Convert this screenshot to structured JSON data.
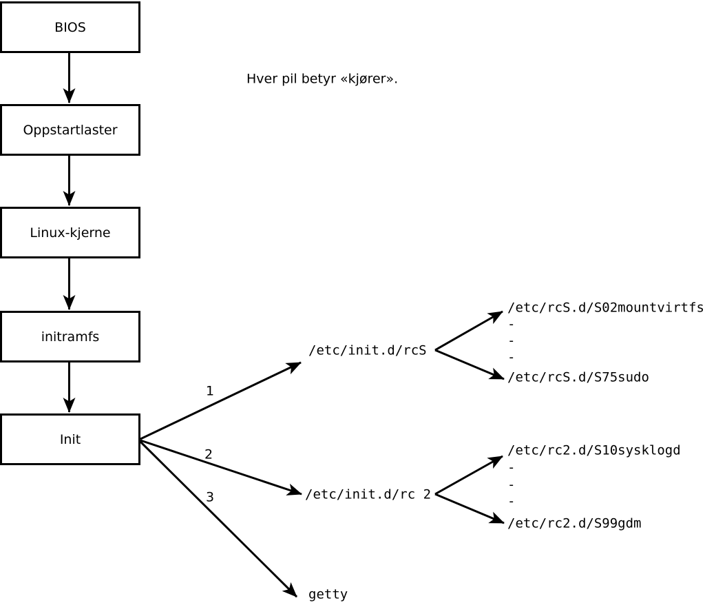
{
  "note": "Hver pil betyr «kjører».",
  "chain": {
    "bios": "BIOS",
    "bootloader": "Oppstartlaster",
    "kernel": "Linux-kjerne",
    "initramfs": "initramfs",
    "init": "Init"
  },
  "branches": {
    "rcS": {
      "order": "1",
      "script": "/etc/init.d/rcS",
      "first": "/etc/rcS.d/S02mountvirtfs",
      "dash": "-",
      "last": "/etc/rcS.d/S75sudo"
    },
    "rc2": {
      "order": "2",
      "script": "/etc/init.d/rc 2",
      "first": "/etc/rc2.d/S10sysklogd",
      "dash": "-",
      "last": "/etc/rc2.d/S99gdm"
    },
    "getty": {
      "order": "3",
      "target": "getty"
    }
  },
  "colors": {
    "ink": "#000000",
    "background": "#ffffff"
  }
}
